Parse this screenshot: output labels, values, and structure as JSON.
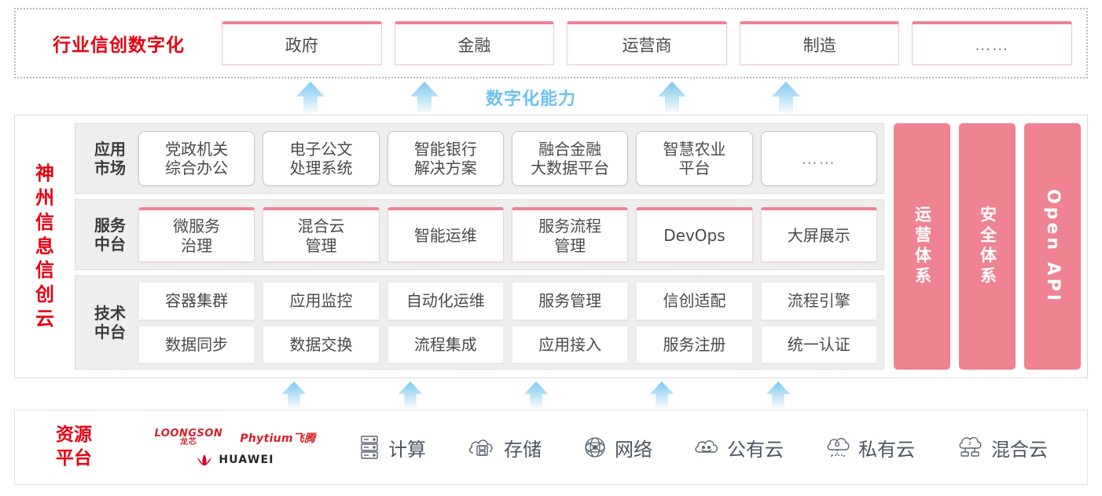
{
  "colors": {
    "brand_red": "#e60012",
    "pillar_pink": "#ef8391",
    "accent_top_border": "#ef8397",
    "arrow_blue": "#6cc2ef",
    "band_gray": "#eeeeee"
  },
  "industry": {
    "title": "行业信创数字化",
    "cells": [
      "政府",
      "金融",
      "运营商",
      "制造",
      "……"
    ]
  },
  "capability": {
    "label": "数字化能力",
    "arrow_icon": "up-arrow-icon",
    "arrow_count_top": 4,
    "arrow_count_bottom": 5
  },
  "cloud": {
    "title_chars": [
      "神",
      "州",
      "信",
      "息",
      "信",
      "创",
      "云"
    ],
    "layers": [
      {
        "label": "应用\n市场",
        "label_line1": "应用",
        "label_line2": "市场",
        "cells": [
          "党政机关\n综合办公",
          "电子公文\n处理系统",
          "智能银行\n解决方案",
          "融合金融\n大数据平台",
          "智慧农业\n平台",
          "……"
        ]
      },
      {
        "label_line1": "服务",
        "label_line2": "中台",
        "cells": [
          "微服务\n治理",
          "混合云\n管理",
          "智能运维",
          "服务流程\n管理",
          "DevOps",
          "大屏展示"
        ]
      },
      {
        "label_line1": "技术",
        "label_line2": "中台",
        "row1": [
          "容器集群",
          "应用监控",
          "自动化运维",
          "服务管理",
          "信创适配",
          "流程引擎"
        ],
        "row2": [
          "数据同步",
          "数据交换",
          "流程集成",
          "应用接入",
          "服务注册",
          "统一认证"
        ]
      }
    ],
    "pillars": [
      {
        "text": "运营体系",
        "latin": false
      },
      {
        "text": "安全体系",
        "latin": false
      },
      {
        "text": "Open API",
        "latin": true
      }
    ]
  },
  "resource": {
    "title_line1": "资源",
    "title_line2": "平台",
    "vendors": [
      {
        "name": "LOONGSON",
        "cn": "龙芯",
        "type": "loongson"
      },
      {
        "name": "Phytium飞腾",
        "type": "phytium"
      },
      {
        "name": "HUAWEI",
        "type": "huawei"
      }
    ],
    "items": [
      {
        "label": "计算",
        "icon": "server-rack-icon"
      },
      {
        "label": "存储",
        "icon": "cloud-storage-icon"
      },
      {
        "label": "网络",
        "icon": "network-mesh-icon"
      },
      {
        "label": "公有云",
        "icon": "public-cloud-icon"
      },
      {
        "label": "私有云",
        "icon": "private-cloud-icon"
      },
      {
        "label": "混合云",
        "icon": "hybrid-cloud-icon"
      }
    ]
  }
}
